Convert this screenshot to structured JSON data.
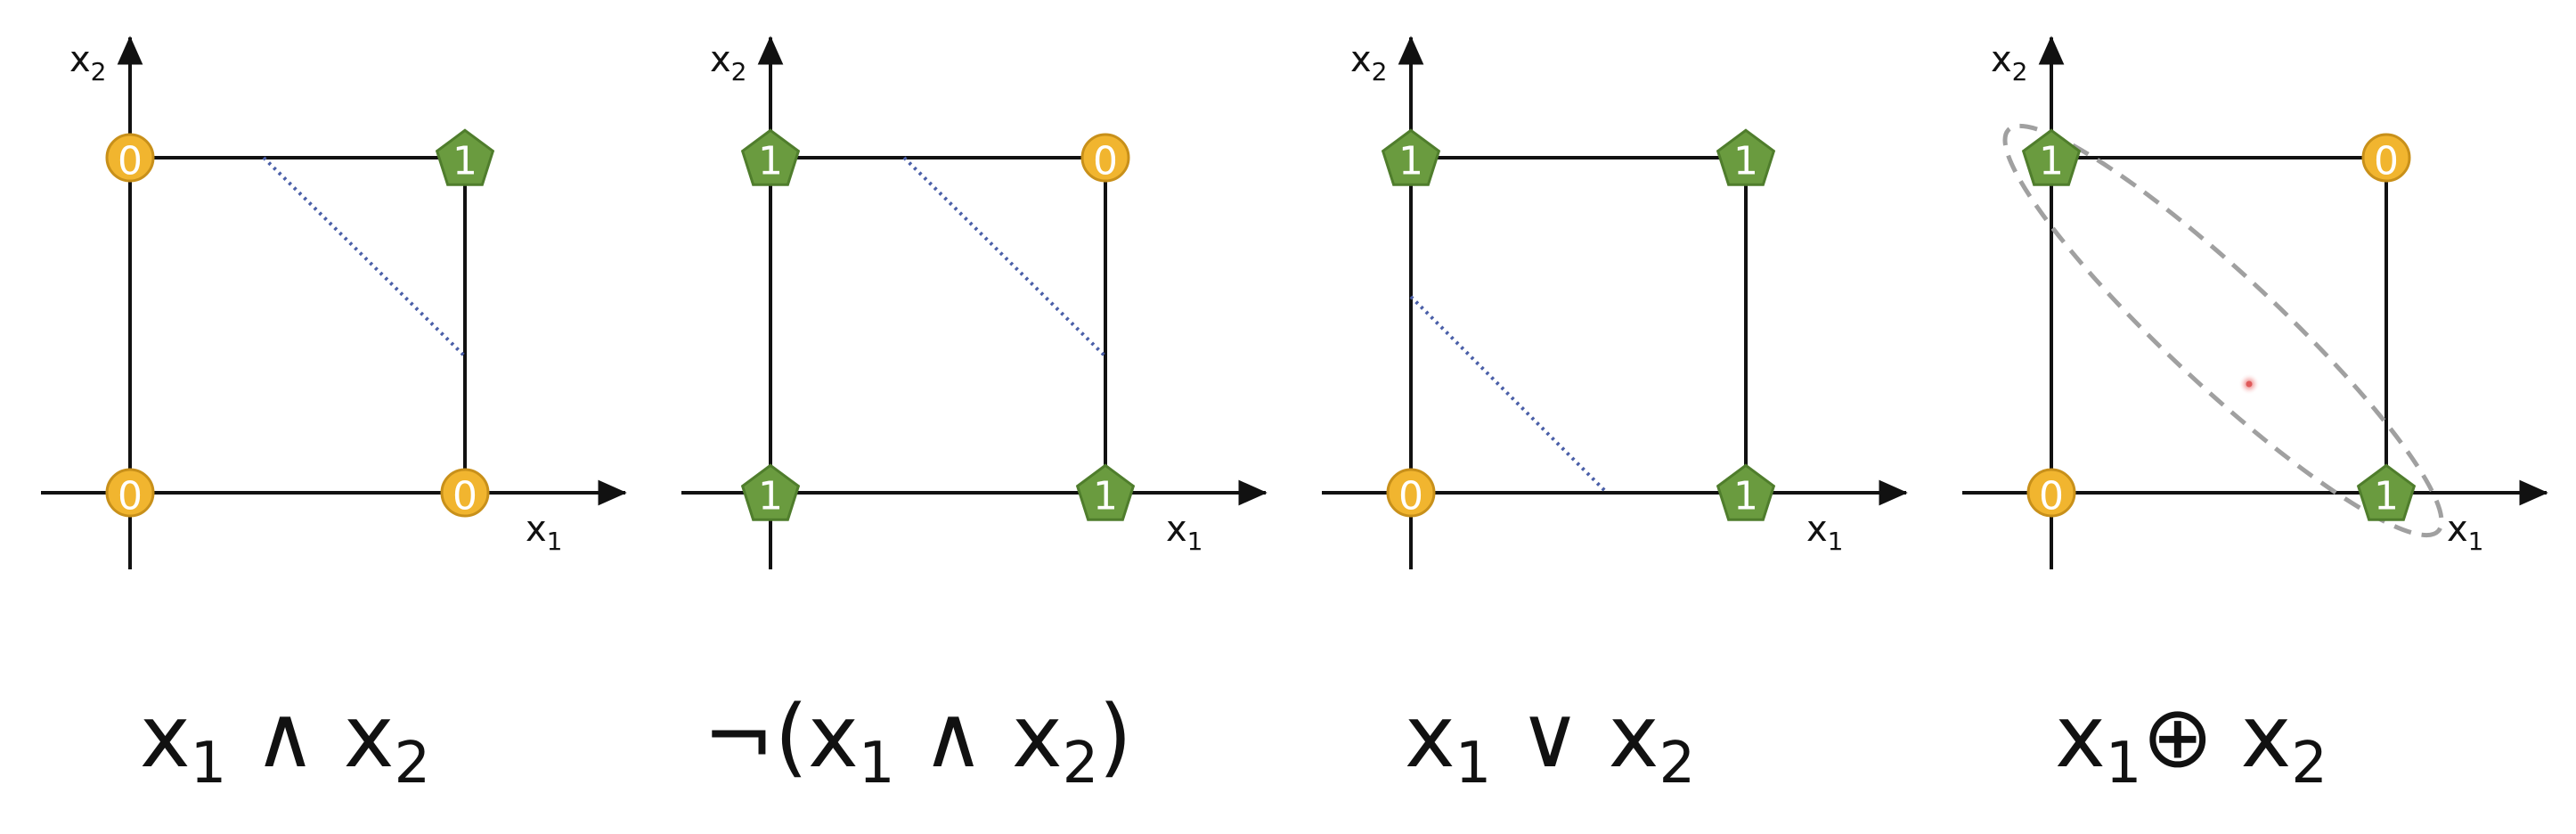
{
  "colors": {
    "axis": "#111111",
    "square": "#111111",
    "zero_fill": "#f1b52f",
    "zero_stroke": "#c8901a",
    "one_fill": "#6a9b3f",
    "one_stroke": "#4f7d2c",
    "separator": "#4a5fa8",
    "ellipse": "#a0a0a0",
    "marker": "#e05a5a"
  },
  "axis_labels": {
    "x_main": "x",
    "x_sub": "1",
    "y_main": "x",
    "y_sub": "2"
  },
  "node_shapes": {
    "zero": "circle",
    "one": "pentagon"
  },
  "panels": [
    {
      "id": "and",
      "points": [
        {
          "corner": "top-left",
          "value": "0"
        },
        {
          "corner": "top-right",
          "value": "1"
        },
        {
          "corner": "bottom-left",
          "value": "0"
        },
        {
          "corner": "bottom-right",
          "value": "0"
        }
      ],
      "separator": "dotted-top-right",
      "formula": {
        "pre": "",
        "a_main": "x",
        "a_sub": "1",
        "op": " ∧ ",
        "b_main": "x",
        "b_sub": "2",
        "post": ""
      }
    },
    {
      "id": "nand",
      "points": [
        {
          "corner": "top-left",
          "value": "1"
        },
        {
          "corner": "top-right",
          "value": "0"
        },
        {
          "corner": "bottom-left",
          "value": "1"
        },
        {
          "corner": "bottom-right",
          "value": "1"
        }
      ],
      "separator": "dotted-top-right",
      "formula": {
        "pre": "¬(",
        "a_main": "x",
        "a_sub": "1",
        "op": " ∧ ",
        "b_main": "x",
        "b_sub": "2",
        "post": ")"
      }
    },
    {
      "id": "or",
      "points": [
        {
          "corner": "top-left",
          "value": "1"
        },
        {
          "corner": "top-right",
          "value": "1"
        },
        {
          "corner": "bottom-left",
          "value": "0"
        },
        {
          "corner": "bottom-right",
          "value": "1"
        }
      ],
      "separator": "dotted-bottom-left",
      "formula": {
        "pre": "",
        "a_main": "x",
        "a_sub": "1",
        "op": " ∨ ",
        "b_main": "x",
        "b_sub": "2",
        "post": ""
      }
    },
    {
      "id": "xor",
      "points": [
        {
          "corner": "top-left",
          "value": "1"
        },
        {
          "corner": "top-right",
          "value": "0"
        },
        {
          "corner": "bottom-left",
          "value": "0"
        },
        {
          "corner": "bottom-right",
          "value": "1"
        }
      ],
      "separator": "dashed-ellipse",
      "formula": {
        "pre": "",
        "a_main": "x",
        "a_sub": "1",
        "op": "⊕ ",
        "b_main": "x",
        "b_sub": "2",
        "post": ""
      }
    }
  ]
}
